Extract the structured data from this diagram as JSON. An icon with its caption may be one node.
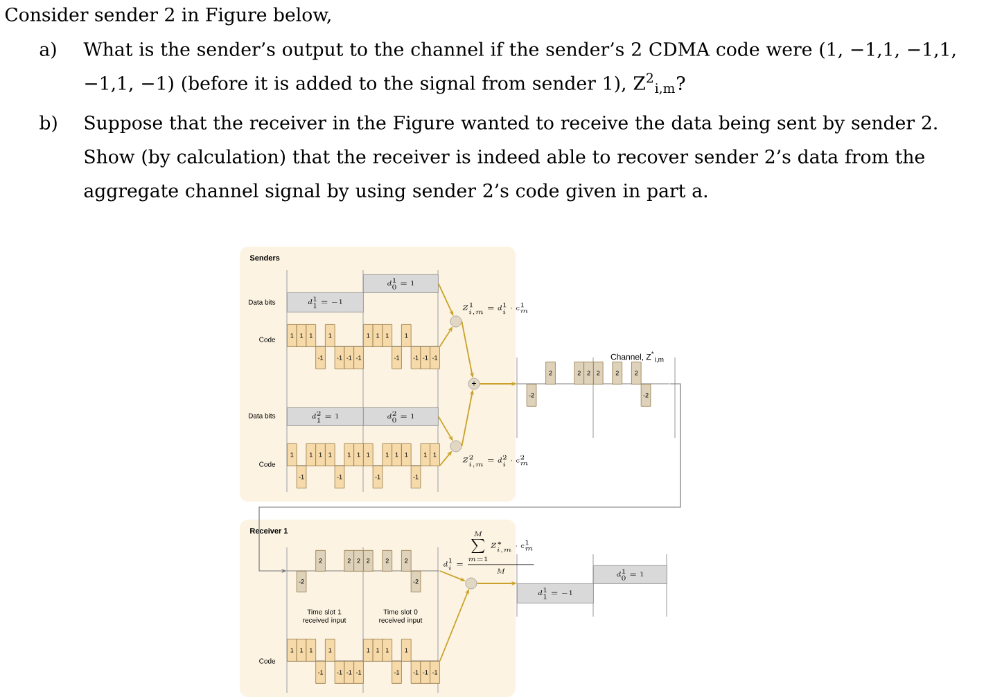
{
  "diagram": {
    "nodes": [
      {
        "text": [
          "Senders"
        ]
      },
      {
        "text": [
          "d^{1}_{1} = -1"
        ],
        "in": 0
      },
      {
        "text": [
          "d^{1}_{0} = 1"
        ],
        "in": 0
      },
      {
        "text": [
          "1",
          "1",
          "1",
          "-1",
          "1",
          "-1",
          "-1",
          "-1",
          "1",
          "1",
          "1",
          "-1",
          "1",
          "-1",
          "-1",
          "-1"
        ],
        "in": 0
      },
      {
        "text": [
          "d^{2}_{1} = 1"
        ],
        "in": 0
      },
      {
        "text": [
          "d^{2}_{0} = 1"
        ],
        "in": 0
      },
      {
        "text": [
          "1",
          "-1",
          "1",
          "1",
          "1",
          "-1",
          "1",
          "1",
          "1",
          "-1",
          "1",
          "1",
          "1",
          "-1",
          "1",
          "1"
        ],
        "in": 0
      },
      {
        "text": [],
        "shape": "circle",
        "in": 0,
        "beside": [
          "Z^{1}_{i,m} = d^{1}_{i}\\cdot c^{1}_{m}"
        ]
      },
      {
        "text": [],
        "shape": "circle",
        "in": 0,
        "beside": [
          "Z^{2}_{i,m} = d^{2}_{i}\\cdot c^{2}_{m}"
        ]
      },
      {
        "text": [
          "+"
        ],
        "in": 0
      },
      {
        "text": [
          "-2",
          "2",
          "2",
          "2",
          "2",
          "2",
          "2",
          "-2"
        ],
        "beside": [
          "Channel, Z$^{*}$$_{i,m}$"
        ]
      },
      {
        "text": [
          "Receiver 1"
        ]
      },
      {
        "text": [
          "-2",
          "2",
          "2",
          "2",
          "2",
          "2",
          "2",
          "-2"
        ],
        "in": 11
      },
      {
        "text": [
          "1",
          "1",
          "1",
          "-1",
          "1",
          "-1",
          "-1",
          "-1",
          "1",
          "1",
          "1",
          "-1",
          "1",
          "-1",
          "-1",
          "-1"
        ],
        "in": 11
      },
      {
        "text": [],
        "shape": "circle",
        "in": 11,
        "beside": [
          "d^{1}_{i} = \\frac{\\sum\\limits_{m=1}^{M} Z^{*}_{i,m}\\cdot c^{1}_{m}}{M}"
        ]
      },
      {
        "text": [
          "d^{1}_{1} = -1"
        ]
      },
      {
        "text": [
          "d^{1}_{0} = 1"
        ]
      }
    ],
    "edges": [
      {
        "from": 2,
        "to": 7,
        "arrow": "to"
      },
      {
        "from": 3,
        "to": 7,
        "arrow": "to"
      },
      {
        "from": 5,
        "to": 8,
        "arrow": "to"
      },
      {
        "from": 6,
        "to": 8,
        "arrow": "to"
      },
      {
        "from": 7,
        "to": 9,
        "arrow": "to"
      },
      {
        "from": 8,
        "to": 9,
        "arrow": "to"
      },
      {
        "from": 9,
        "to": 10,
        "arrow": "to"
      },
      {
        "from": 10,
        "to": 12,
        "arrow": "to",
        "color": "#777777"
      },
      {
        "from": 12,
        "to": 14,
        "arrow": "to"
      },
      {
        "from": 13,
        "to": 14,
        "arrow": "to"
      },
      {
        "from": 14,
        "to": 15,
        "arrow": "to"
      }
    ],
    "labels": [
      "Consider sender 2 in Figure below,",
      "a)",
      "What is the sender’s output to the channel if the sender’s 2 CDMA code were (1, −1,1, −1,1, −1,1, −1) (before it is added to the signal from sender 1), Z$^{2}$$_{i,m}$?",
      "b)",
      "Suppose that the receiver in the Figure wanted to receive the data being sent by sender 2. Show (by calculation) that the receiver is indeed able to recover sender 2’s data from the aggregate channel signal by using sender 2’s code given in part a.",
      "Data bits",
      "Code",
      "Data bits",
      "Code",
      "Time slot 1 received input",
      "Time slot 0 received input",
      "Code"
    ]
  }
}
